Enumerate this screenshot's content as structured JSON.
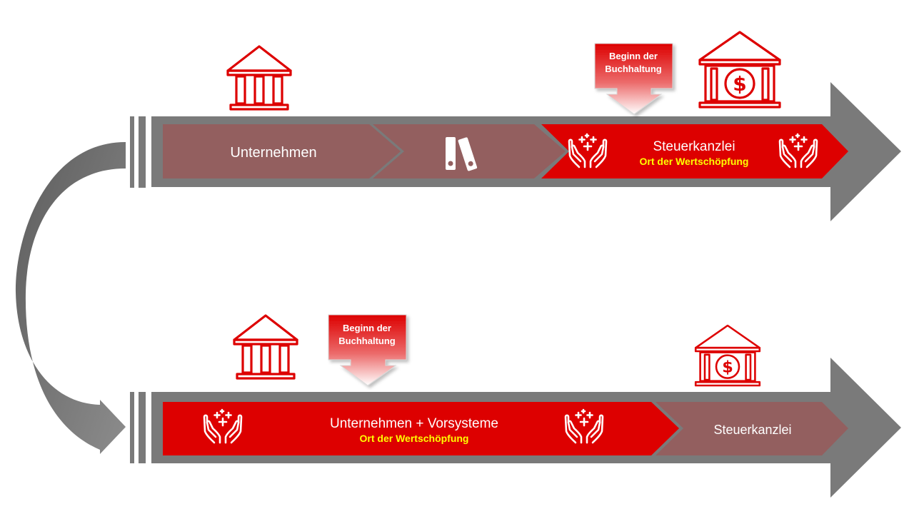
{
  "top_flow": {
    "segment_1_label": "Unternehmen",
    "segment_3_title": "Steuerkanzlei",
    "segment_3_subtitle": "Ort der Wertschöpfung",
    "callout": {
      "line1": "Beginn der",
      "line2": "Buchhaltung"
    }
  },
  "bottom_flow": {
    "segment_1_title": "Unternehmen + Vorsysteme",
    "segment_1_subtitle": "Ort der Wertschöpfung",
    "segment_2_label": "Steuerkanzlei",
    "callout": {
      "line1": "Beginn der",
      "line2": "Buchhaltung"
    }
  },
  "icons": [
    "bank-icon",
    "binder-icon",
    "care-hands-icon",
    "bank-dollar-icon",
    "curved-arrow-icon"
  ],
  "colors": {
    "brand_red": "#dd0000",
    "muted_segment": "#935f5f",
    "arrow_gray": "#7a7a7a",
    "highlight_yellow": "#ffff00"
  }
}
